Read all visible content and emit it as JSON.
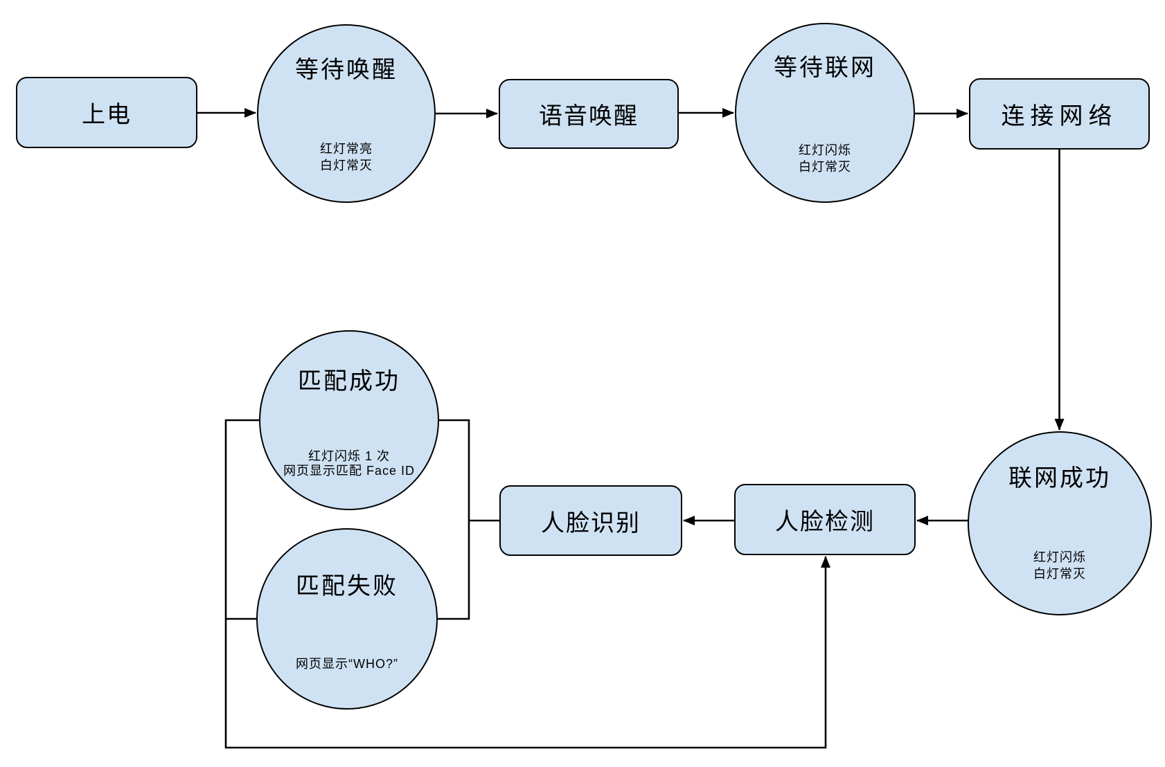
{
  "page": {
    "background": "#ffffff"
  },
  "style": {
    "node_fill": "#cfe2f3",
    "node_border": "#000000",
    "line_color": "#000000",
    "text_color": "#000000"
  },
  "nodes": {
    "power_on": {
      "shape": "rounded-rect",
      "label": "上电"
    },
    "wait_wake": {
      "shape": "circle",
      "title": "等待唤醒",
      "status": [
        "红灯常亮",
        "白灯常灭"
      ]
    },
    "voice_wake": {
      "shape": "rounded-rect",
      "label": "语音唤醒"
    },
    "wait_network": {
      "shape": "circle",
      "title": "等待联网",
      "status": [
        "红灯闪烁",
        "白灯常灭"
      ]
    },
    "connect_network": {
      "shape": "rounded-rect",
      "label": "连接网络"
    },
    "network_success": {
      "shape": "circle",
      "title": "联网成功",
      "status": [
        "红灯闪烁",
        "白灯常灭"
      ]
    },
    "face_detect": {
      "shape": "rounded-rect",
      "label": "人脸检测"
    },
    "face_recognize": {
      "shape": "rounded-rect",
      "label": "人脸识别"
    },
    "match_success": {
      "shape": "circle",
      "title": "匹配成功",
      "status": [
        "红灯闪烁 1 次",
        "网页显示匹配 Face ID"
      ]
    },
    "match_fail": {
      "shape": "circle",
      "title": "匹配失败",
      "status": [
        "网页显示“WHO?”"
      ]
    }
  },
  "edges": [
    {
      "from": "power_on",
      "to": "wait_wake",
      "arrow": true
    },
    {
      "from": "wait_wake",
      "to": "voice_wake",
      "arrow": true
    },
    {
      "from": "voice_wake",
      "to": "wait_network",
      "arrow": true
    },
    {
      "from": "wait_network",
      "to": "connect_network",
      "arrow": true
    },
    {
      "from": "connect_network",
      "to": "network_success",
      "arrow": true
    },
    {
      "from": "network_success",
      "to": "face_detect",
      "arrow": true
    },
    {
      "from": "face_detect",
      "to": "face_recognize",
      "arrow": true
    },
    {
      "from": "face_recognize",
      "to": "match_success",
      "arrow": false
    },
    {
      "from": "face_recognize",
      "to": "match_fail",
      "arrow": false
    },
    {
      "from": "match_success",
      "to": "face_detect",
      "arrow": true
    },
    {
      "from": "match_fail",
      "to": "face_detect",
      "arrow": true
    }
  ]
}
